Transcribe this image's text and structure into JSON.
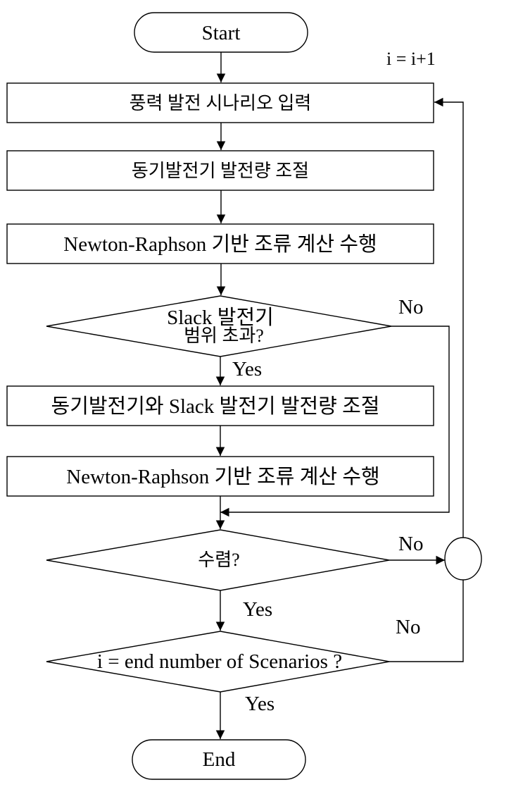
{
  "nodes": {
    "start": "Start",
    "counter": "i = i+1",
    "step_wind_input": "풍력 발전 시나리오 입력",
    "step_sync_adjust": "동기발전기 발전량 조절",
    "step_nr_1": "Newton-Raphson 기반 조류 계산 수행",
    "decision_slack_line1": "Slack 발전기",
    "decision_slack_line2": "범위 초과?",
    "step_sync_slack_adjust": "동기발전기와 Slack 발전기 발전량 조절",
    "step_nr_2": "Newton-Raphson 기반 조류 계산 수행",
    "decision_converge": "수렴?",
    "decision_end": "i = end number of Scenarios ?",
    "end": "End"
  },
  "edge_labels": {
    "slack_no": "No",
    "slack_yes": "Yes",
    "converge_no": "No",
    "converge_yes": "Yes",
    "end_no": "No",
    "end_yes": "Yes"
  },
  "colors": {
    "stroke": "#000000",
    "fill": "#ffffff",
    "text": "#000000"
  }
}
